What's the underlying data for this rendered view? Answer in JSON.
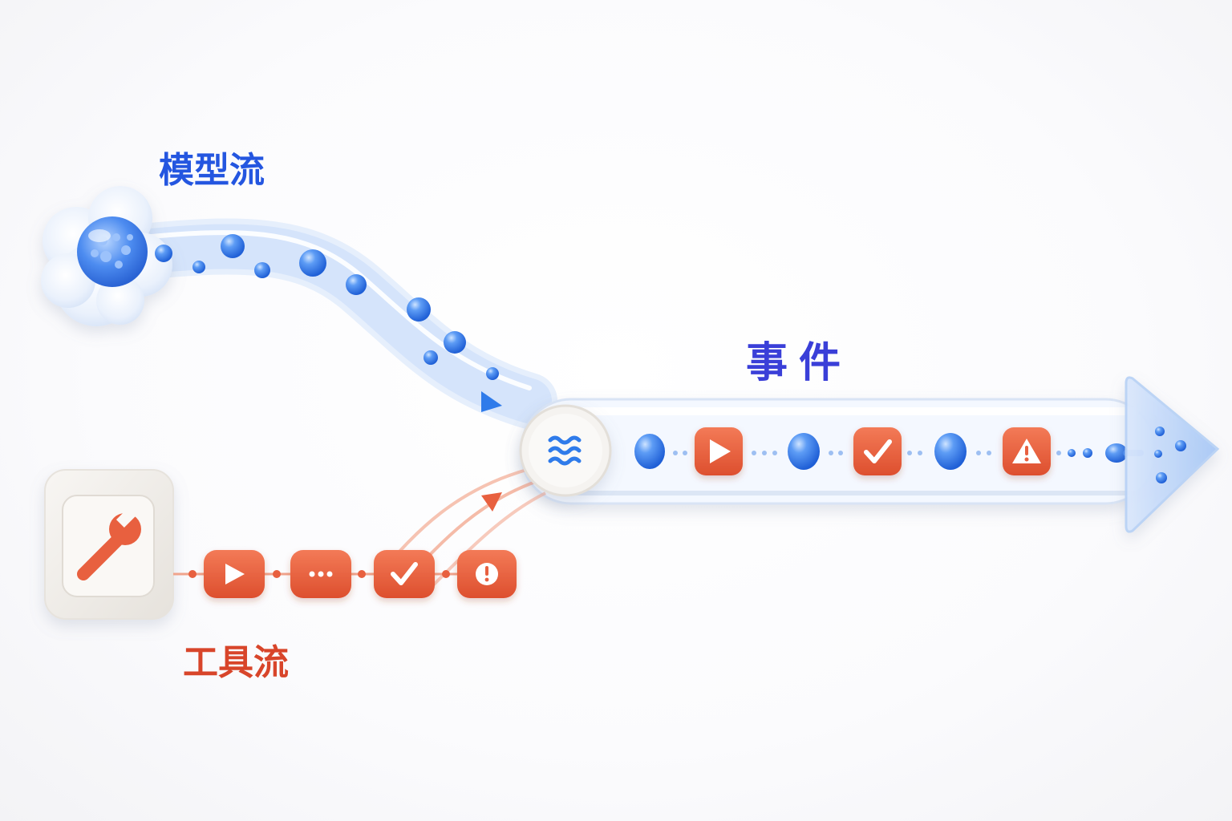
{
  "labels": {
    "model_stream": "模型流",
    "event": "事件",
    "tool_stream": "工具流"
  },
  "colors": {
    "model_blue": "#2f7bea",
    "event_indigo": "#3a3fd8",
    "tool_orange": "#e8603f",
    "pipe_tint": "#cfe0fb",
    "card_white": "#f3f1ee"
  },
  "icons": {
    "model_source": "cloud-orb-icon",
    "tool_source": "wrench-icon",
    "merge_node": "waves-icon",
    "tool_tokens": [
      "play-icon",
      "ellipsis-icon",
      "check-icon",
      "exclamation-icon"
    ],
    "event_tokens": [
      "droplet-icon",
      "play-icon",
      "droplet-icon",
      "check-icon",
      "droplet-icon",
      "warning-icon"
    ],
    "output": "arrow-head-icon"
  }
}
